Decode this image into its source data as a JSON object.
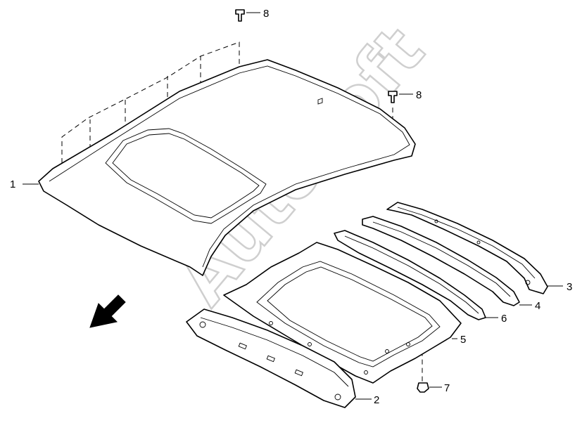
{
  "watermark": {
    "text": "AutoSoft"
  },
  "callouts": [
    {
      "id": "1",
      "label": "1"
    },
    {
      "id": "2",
      "label": "2"
    },
    {
      "id": "3",
      "label": "3"
    },
    {
      "id": "4",
      "label": "4"
    },
    {
      "id": "5",
      "label": "5"
    },
    {
      "id": "6",
      "label": "6"
    },
    {
      "id": "7",
      "label": "7"
    },
    {
      "id": "8a",
      "label": "8"
    },
    {
      "id": "8b",
      "label": "8"
    }
  ],
  "icons": {
    "direction": "front-direction-arrow-icon"
  },
  "colors": {
    "line": "#000000",
    "watermark": "#cfcfcf",
    "background": "#ffffff"
  }
}
